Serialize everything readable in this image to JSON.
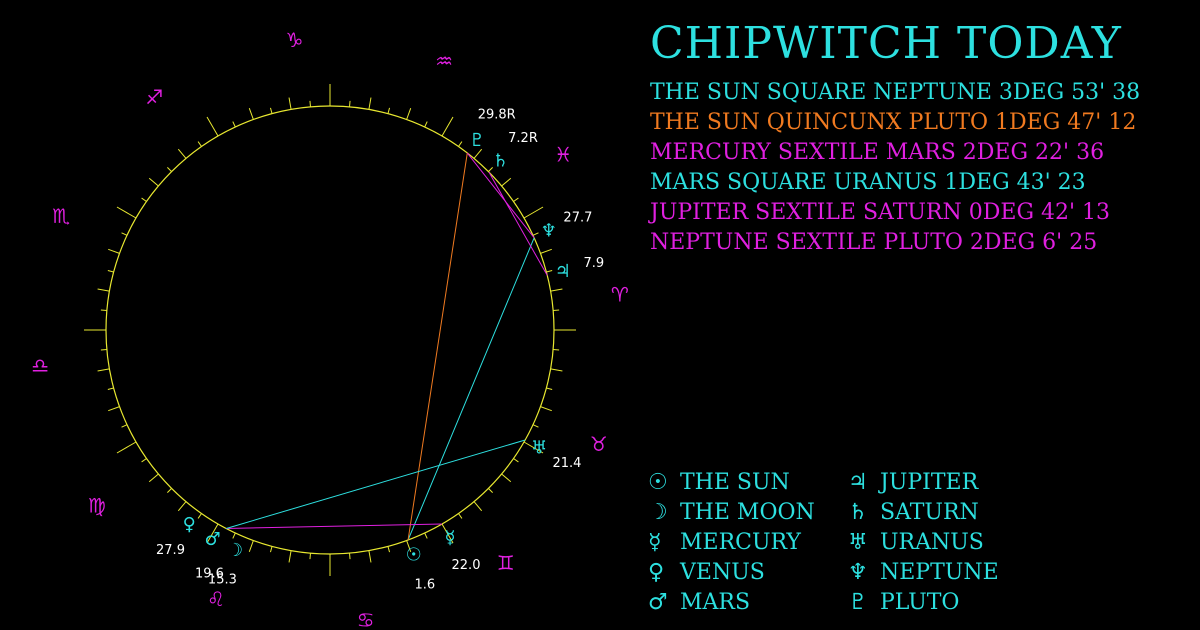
{
  "colors": {
    "cyan": "#2de0e0",
    "magenta": "#e020e0",
    "orange": "#f07a20",
    "yellow": "#e8e830"
  },
  "title": "CHIPWITCH TODAY",
  "aspects": [
    {
      "text": "THE SUN SQUARE NEPTUNE 3DEG 53' 38",
      "color": "cyan"
    },
    {
      "text": "THE SUN QUINCUNX PLUTO 1DEG 47' 12",
      "color": "orange"
    },
    {
      "text": "MERCURY SEXTILE MARS 2DEG 22' 36",
      "color": "magenta"
    },
    {
      "text": "MARS SQUARE URANUS 1DEG 43' 23",
      "color": "cyan"
    },
    {
      "text": "JUPITER SEXTILE SATURN 0DEG 42' 13",
      "color": "magenta"
    },
    {
      "text": "NEPTUNE SEXTILE PLUTO 2DEG 6' 25",
      "color": "magenta"
    }
  ],
  "legend": [
    {
      "glyph": "☉",
      "icon": "sun-icon",
      "label": "THE SUN"
    },
    {
      "glyph": "♃",
      "icon": "jupiter-icon",
      "label": "JUPITER"
    },
    {
      "glyph": "☽",
      "icon": "moon-icon",
      "label": "THE MOON"
    },
    {
      "glyph": "♄",
      "icon": "saturn-icon",
      "label": "SATURN"
    },
    {
      "glyph": "☿",
      "icon": "mercury-icon",
      "label": "MERCURY"
    },
    {
      "glyph": "♅",
      "icon": "uranus-icon",
      "label": "URANUS"
    },
    {
      "glyph": "♀",
      "icon": "venus-icon",
      "label": "VENUS"
    },
    {
      "glyph": "♆",
      "icon": "neptune-icon",
      "label": "NEPTUNE"
    },
    {
      "glyph": "♂",
      "icon": "mars-icon",
      "label": "MARS"
    },
    {
      "glyph": "♇",
      "icon": "pluto-icon",
      "label": "PLUTO"
    }
  ],
  "zodiac": [
    {
      "name": "aries",
      "glyph": "♈"
    },
    {
      "name": "taurus",
      "glyph": "♉"
    },
    {
      "name": "gemini",
      "glyph": "♊"
    },
    {
      "name": "cancer",
      "glyph": "♋"
    },
    {
      "name": "leo",
      "glyph": "♌"
    },
    {
      "name": "virgo",
      "glyph": "♍"
    },
    {
      "name": "libra",
      "glyph": "♎"
    },
    {
      "name": "scorpio",
      "glyph": "♏"
    },
    {
      "name": "sagittarius",
      "glyph": "♐"
    },
    {
      "name": "capricorn",
      "glyph": "♑"
    },
    {
      "name": "aquarius",
      "glyph": "♒"
    },
    {
      "name": "pisces",
      "glyph": "♓"
    }
  ],
  "planets": [
    {
      "name": "sun",
      "glyph": "☉",
      "sign": "cancer",
      "degree": 1.6,
      "label": "1.6"
    },
    {
      "name": "moon",
      "glyph": "☽",
      "sign": "leo",
      "degree": 15.3,
      "label": "15.3"
    },
    {
      "name": "mercury",
      "glyph": "☿",
      "sign": "gemini",
      "degree": 22.0,
      "label": "22.0"
    },
    {
      "name": "venus",
      "glyph": "♀",
      "sign": "leo",
      "degree": 27.9,
      "label": "27.9"
    },
    {
      "name": "mars",
      "glyph": "♂",
      "sign": "leo",
      "degree": 19.6,
      "label": "19.6"
    },
    {
      "name": "jupiter",
      "glyph": "♃",
      "sign": "aries",
      "degree": 7.9,
      "label": "7.9"
    },
    {
      "name": "saturn",
      "glyph": "♄",
      "sign": "pisces",
      "degree": 7.2,
      "label": "7.2R"
    },
    {
      "name": "uranus",
      "glyph": "♅",
      "sign": "taurus",
      "degree": 21.4,
      "label": "21.4"
    },
    {
      "name": "neptune",
      "glyph": "♆",
      "sign": "pisces",
      "degree": 27.7,
      "label": "27.7"
    },
    {
      "name": "pluto",
      "glyph": "♇",
      "sign": "aquarius",
      "degree": 29.8,
      "label": "29.8R"
    }
  ],
  "aspect_lines": [
    {
      "from": "sun",
      "to": "neptune",
      "color": "cyan"
    },
    {
      "from": "sun",
      "to": "pluto",
      "color": "orange"
    },
    {
      "from": "mercury",
      "to": "mars",
      "color": "magenta"
    },
    {
      "from": "mars",
      "to": "uranus",
      "color": "cyan"
    },
    {
      "from": "jupiter",
      "to": "saturn",
      "color": "magenta"
    },
    {
      "from": "neptune",
      "to": "pluto",
      "color": "magenta"
    }
  ]
}
